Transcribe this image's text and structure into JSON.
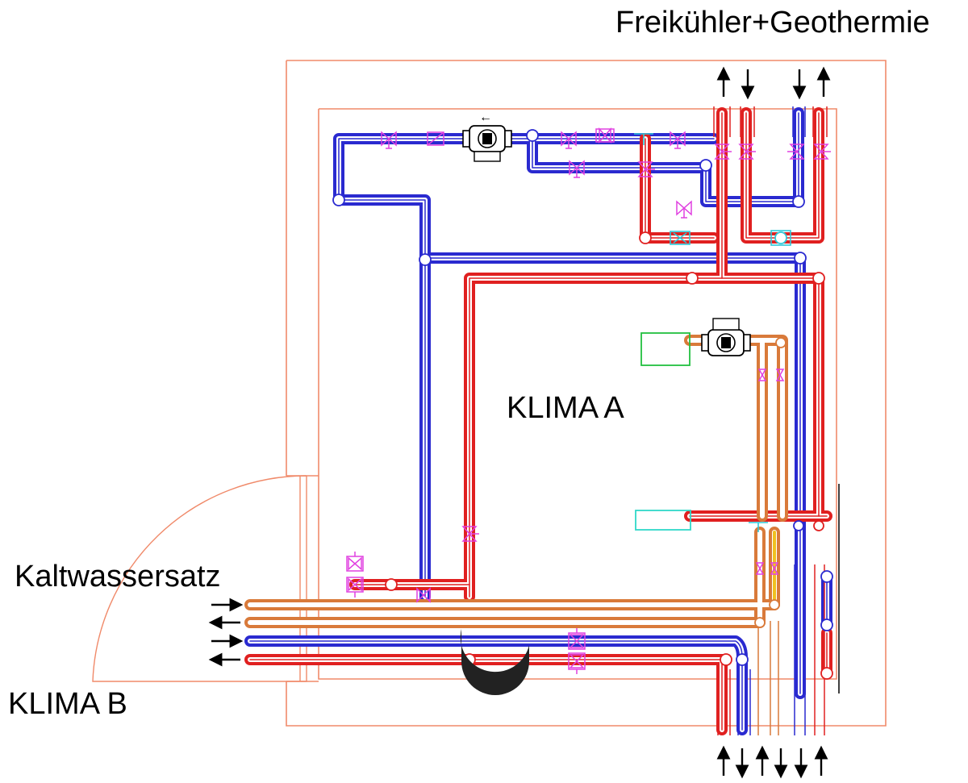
{
  "labels": {
    "top_right": "Freikühler+Geothermie",
    "room": "KLIMA A",
    "left_upper": "Kaltwassersatz",
    "left_lower": "KLIMA B",
    "pump_arrow": "←"
  },
  "colors": {
    "wall": "#f08a6a",
    "supply": "#e02020",
    "return": "#2a2ad0",
    "orange_pipe": "#d97a3a",
    "valve": "#e040e0",
    "fitting": "#30c8d8",
    "unit_green": "#22c040",
    "unit_cyan": "#30d8c8",
    "yellow": "#f0c020",
    "black": "#000000"
  },
  "arrows_top": [
    "up",
    "down",
    "down",
    "up"
  ],
  "arrows_bottom": [
    "up",
    "down",
    "up",
    "down",
    "down",
    "up"
  ],
  "arrows_left": [
    "right",
    "left",
    "right",
    "left"
  ]
}
